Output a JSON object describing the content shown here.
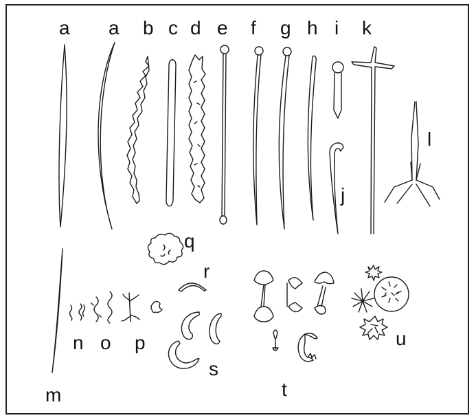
{
  "figure": {
    "labels": {
      "a1": "a",
      "a2": "a",
      "b": "b",
      "c": "c",
      "d": "d",
      "e": "e",
      "f": "f",
      "g": "g",
      "h": "h",
      "i": "i",
      "j": "j",
      "k": "k",
      "l": "l",
      "m": "m",
      "n": "n",
      "o": "o",
      "p": "p",
      "q": "q",
      "r": "r",
      "s": "s",
      "t": "t",
      "u": "u"
    }
  }
}
